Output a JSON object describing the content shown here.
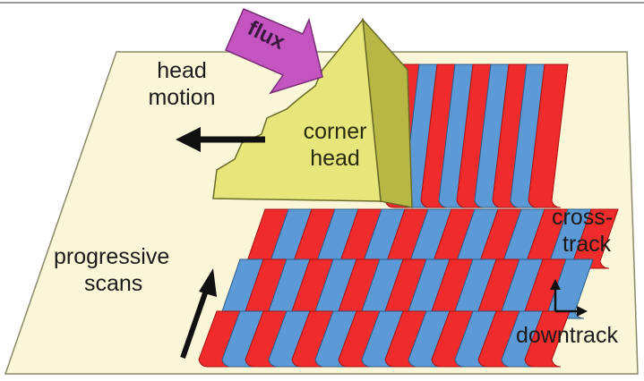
{
  "labels": {
    "head_motion": [
      "head",
      "motion"
    ],
    "corner_head": [
      "corner",
      "head"
    ],
    "flux": "flux",
    "progressive_scans": [
      "progressive",
      "scans"
    ],
    "cross_track": [
      "cross-",
      "track"
    ],
    "downtrack": "downtrack"
  },
  "colors": {
    "substrate": "#fbf6d8",
    "substrate_edge": "#8a8a6a",
    "red_track": "#ef2b2b",
    "blue_track": "#5b9ad6",
    "head_face": "#e6e67a",
    "head_side": "#b7b746",
    "flux_arrow": "#c455c0",
    "arrow": "#111111"
  },
  "rows": [
    {
      "name": "row-top",
      "pattern": [
        "red",
        "blue",
        "red",
        "blue",
        "red",
        "blue",
        "red",
        "blue",
        "red"
      ]
    },
    {
      "name": "row-2",
      "pattern": [
        "red",
        "blue",
        "red",
        "blue",
        "red",
        "blue",
        "red",
        "blue",
        "red",
        "blue",
        "red",
        "blue",
        "red",
        "blue",
        "red"
      ]
    },
    {
      "name": "row-3",
      "pattern": [
        "blue",
        "red",
        "blue",
        "red",
        "blue",
        "red",
        "blue",
        "red",
        "blue",
        "red",
        "blue",
        "red",
        "blue",
        "red",
        "blue"
      ]
    },
    {
      "name": "row-4",
      "pattern": [
        "red",
        "blue",
        "red",
        "blue",
        "red",
        "blue",
        "red",
        "blue",
        "red",
        "blue",
        "red",
        "blue",
        "red",
        "blue",
        "red"
      ]
    }
  ]
}
